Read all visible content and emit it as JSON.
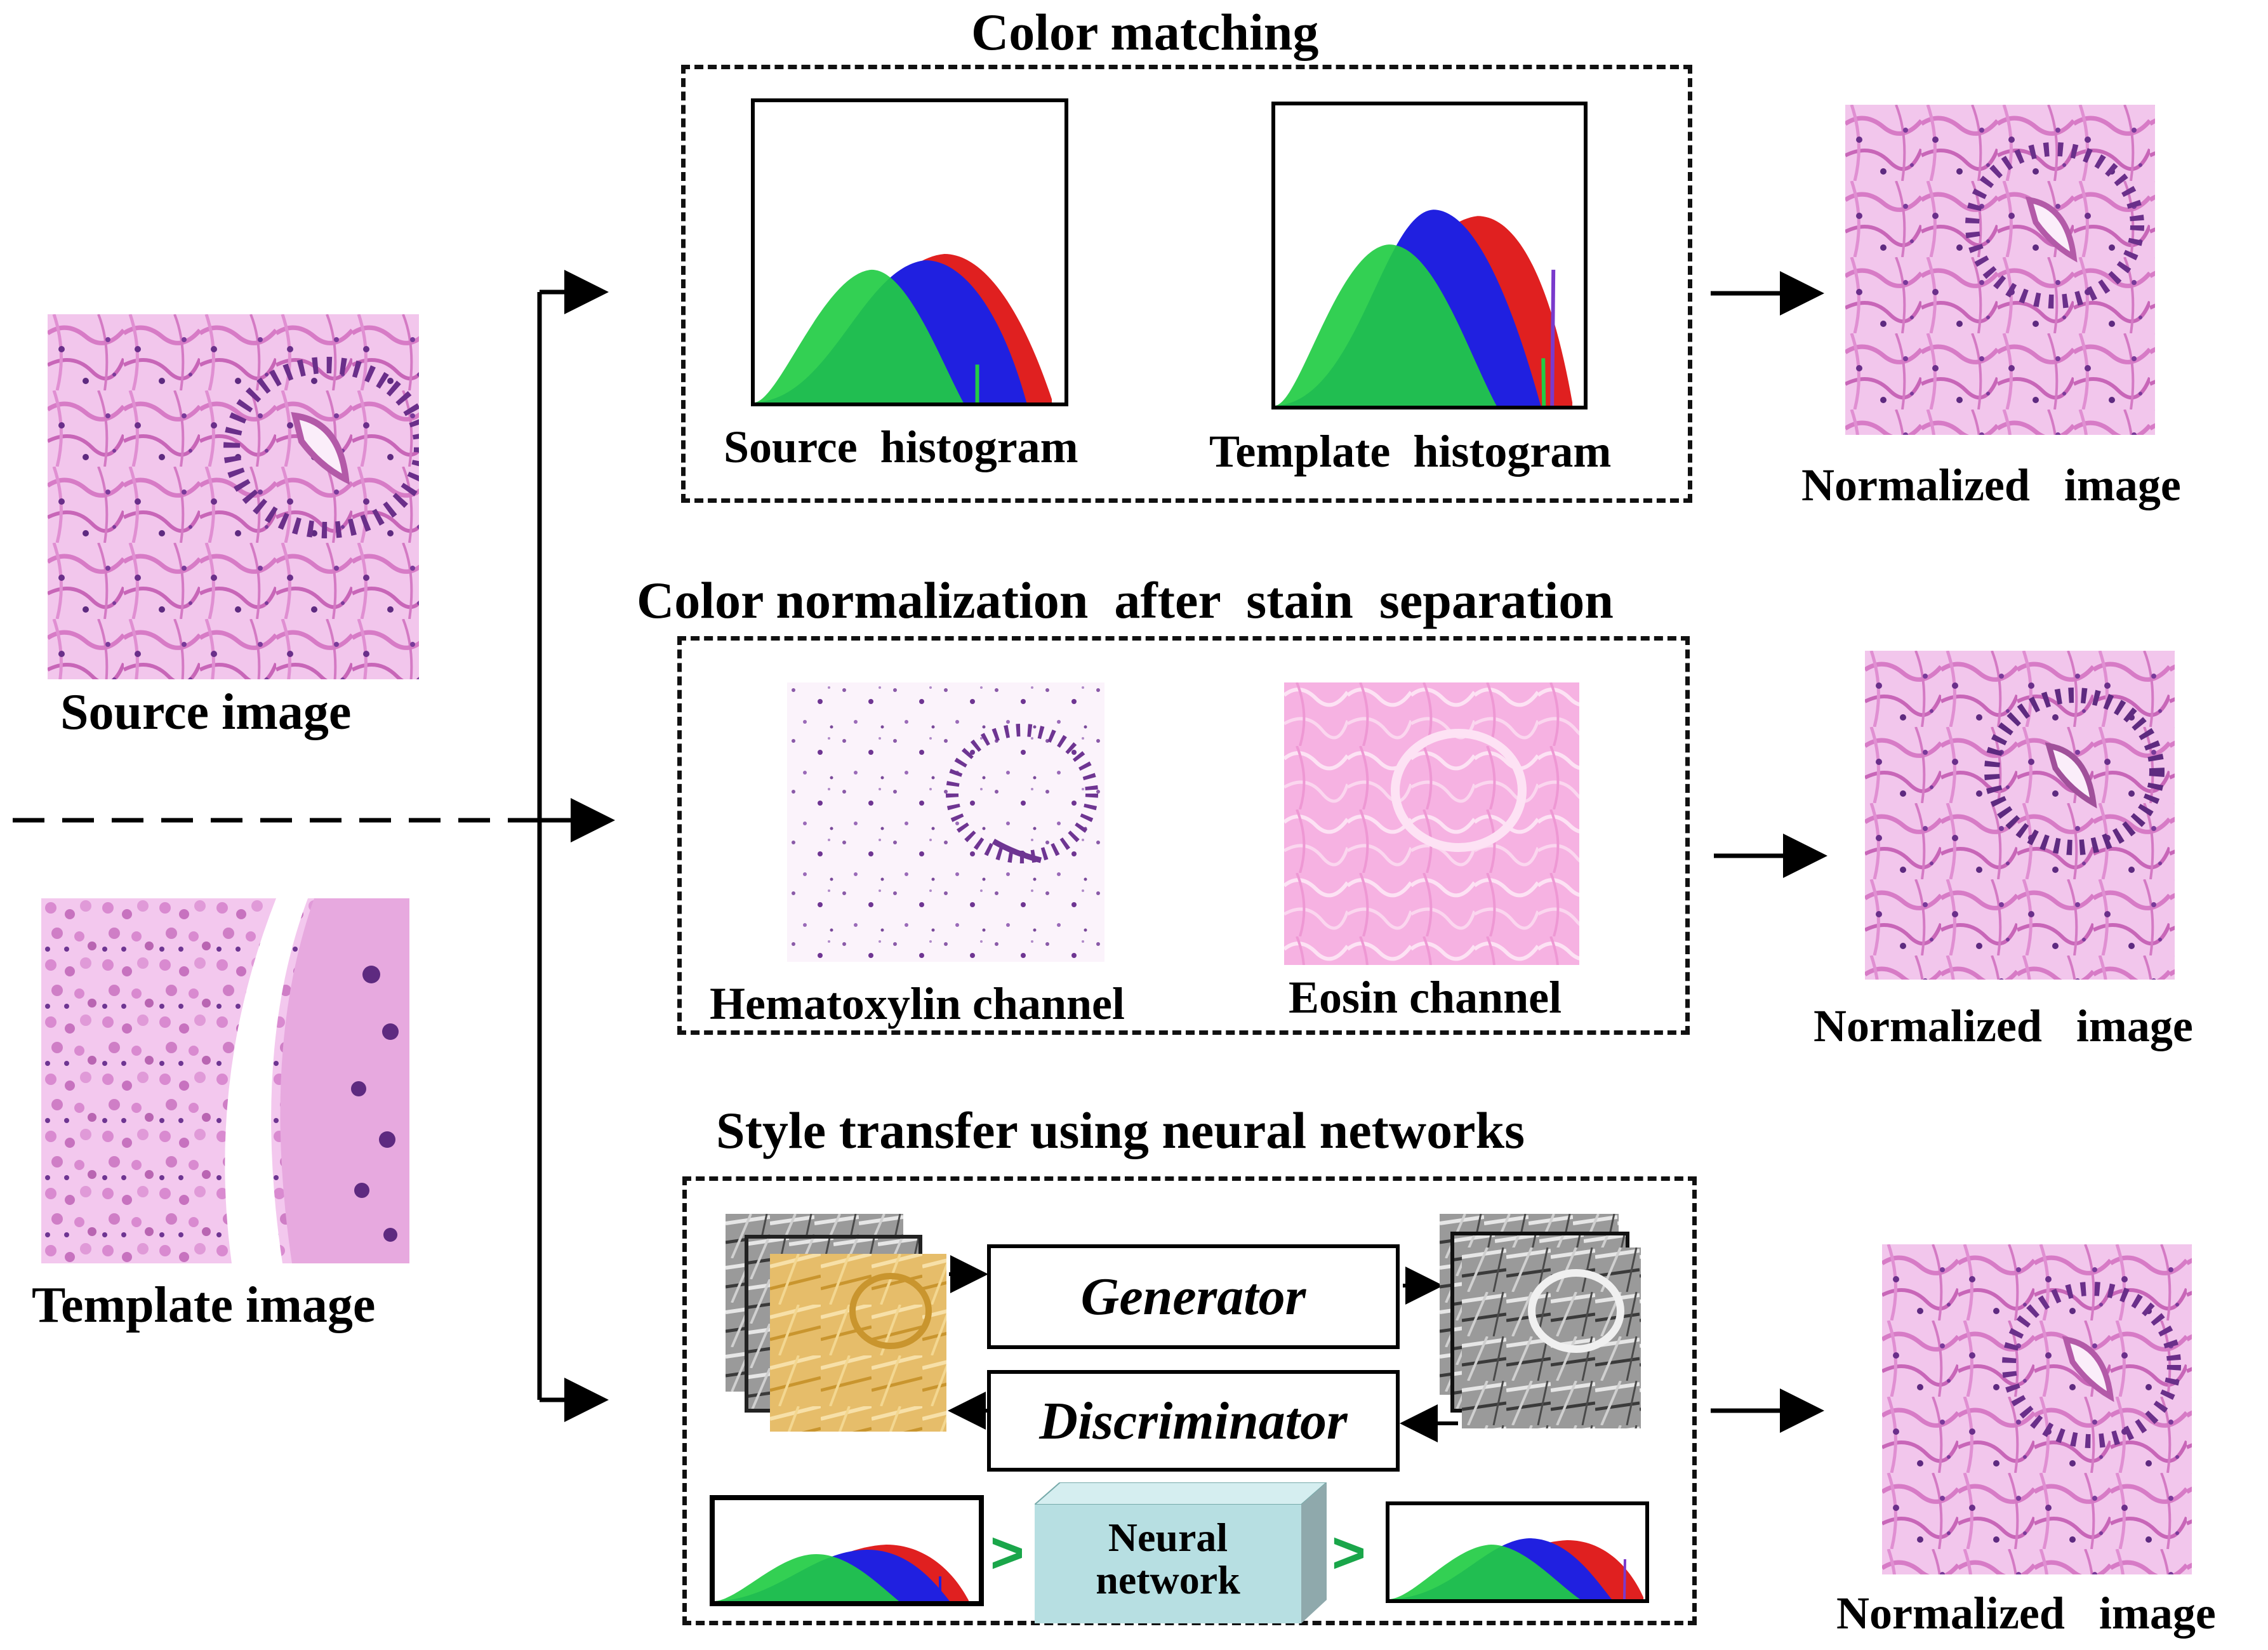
{
  "left": {
    "source_caption": "Source image",
    "template_caption": "Template image"
  },
  "methods": {
    "color_matching": {
      "title": "Color matching",
      "source_hist_caption": "Source  histogram",
      "template_hist_caption": "Template  histogram",
      "output_caption": "Normalized   image"
    },
    "stain_separation": {
      "title": "Color normalization  after  stain  separation",
      "hematoxylin_caption": "Hematoxylin channel",
      "eosin_caption": "Eosin channel",
      "output_caption": "Normalized   image"
    },
    "style_transfer": {
      "title": "Style transfer using neural networks",
      "generator_label": "Generator",
      "discriminator_label": "Discriminator",
      "neural_network_label_line1": "Neural",
      "neural_network_label_line2": "network",
      "gt_symbol": ">",
      "output_caption": "Normalized   image"
    }
  },
  "colors": {
    "histogram_red": "#e02020",
    "histogram_blue": "#2020e0",
    "histogram_green": "#22cc44",
    "tissue_pink": "#e89ad8",
    "tissue_purple": "#7a3a9a",
    "eosin_pink": "#f0a0d8",
    "cube_fill": "#b7dfe2",
    "arrow_green": "#1aa64a"
  },
  "icons": {
    "arrow": "right-arrow-icon"
  }
}
